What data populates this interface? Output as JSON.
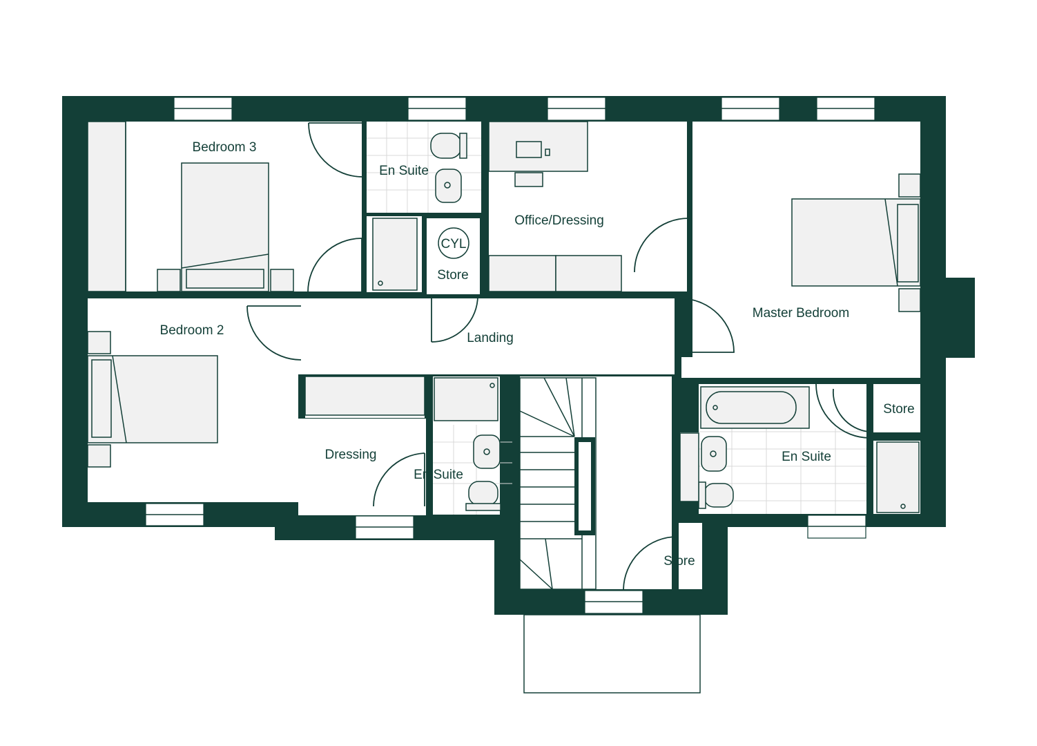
{
  "colors": {
    "wall": "#133f37",
    "furniture": "#f1f1f1",
    "background": "#ffffff"
  },
  "rooms": {
    "bedroom3": "Bedroom 3",
    "ensuite_top": "En Suite",
    "office": "Office/Dressing",
    "store_cyl": "Store",
    "cylinder": "CYL",
    "bedroom2": "Bedroom 2",
    "landing": "Landing",
    "master": "Master Bedroom",
    "dressing": "Dressing",
    "ensuite_mid": "En Suite",
    "ensuite_master": "En Suite",
    "store_master": "Store",
    "store_bottom": "Store"
  }
}
